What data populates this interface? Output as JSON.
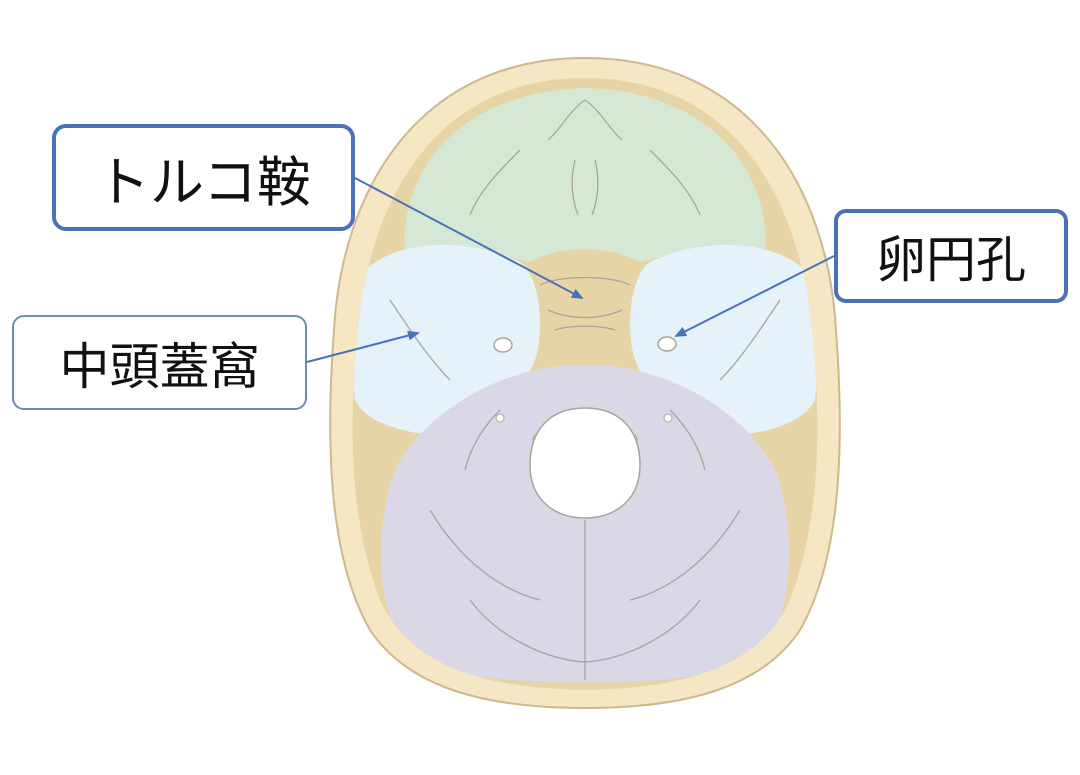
{
  "colors": {
    "bone": "#f5e6c4",
    "bone_outline": "#cdb98c",
    "anterior_fossa": "#d5e8d6",
    "middle_fossa": "#e6f2f9",
    "posterior_fossa": "#dad7e6",
    "central_bone": "#e7d4a6",
    "callout_border": "#4a72b8",
    "callout_border_thin": "#6d8bbf",
    "arrow": "#4a72b8",
    "line_detail": "#a9a49a"
  },
  "labels": {
    "sella_turcica": "トルコ鞍",
    "foramen_ovale": "卵円孔",
    "middle_cranial_fossa": "中頭蓋窩"
  }
}
